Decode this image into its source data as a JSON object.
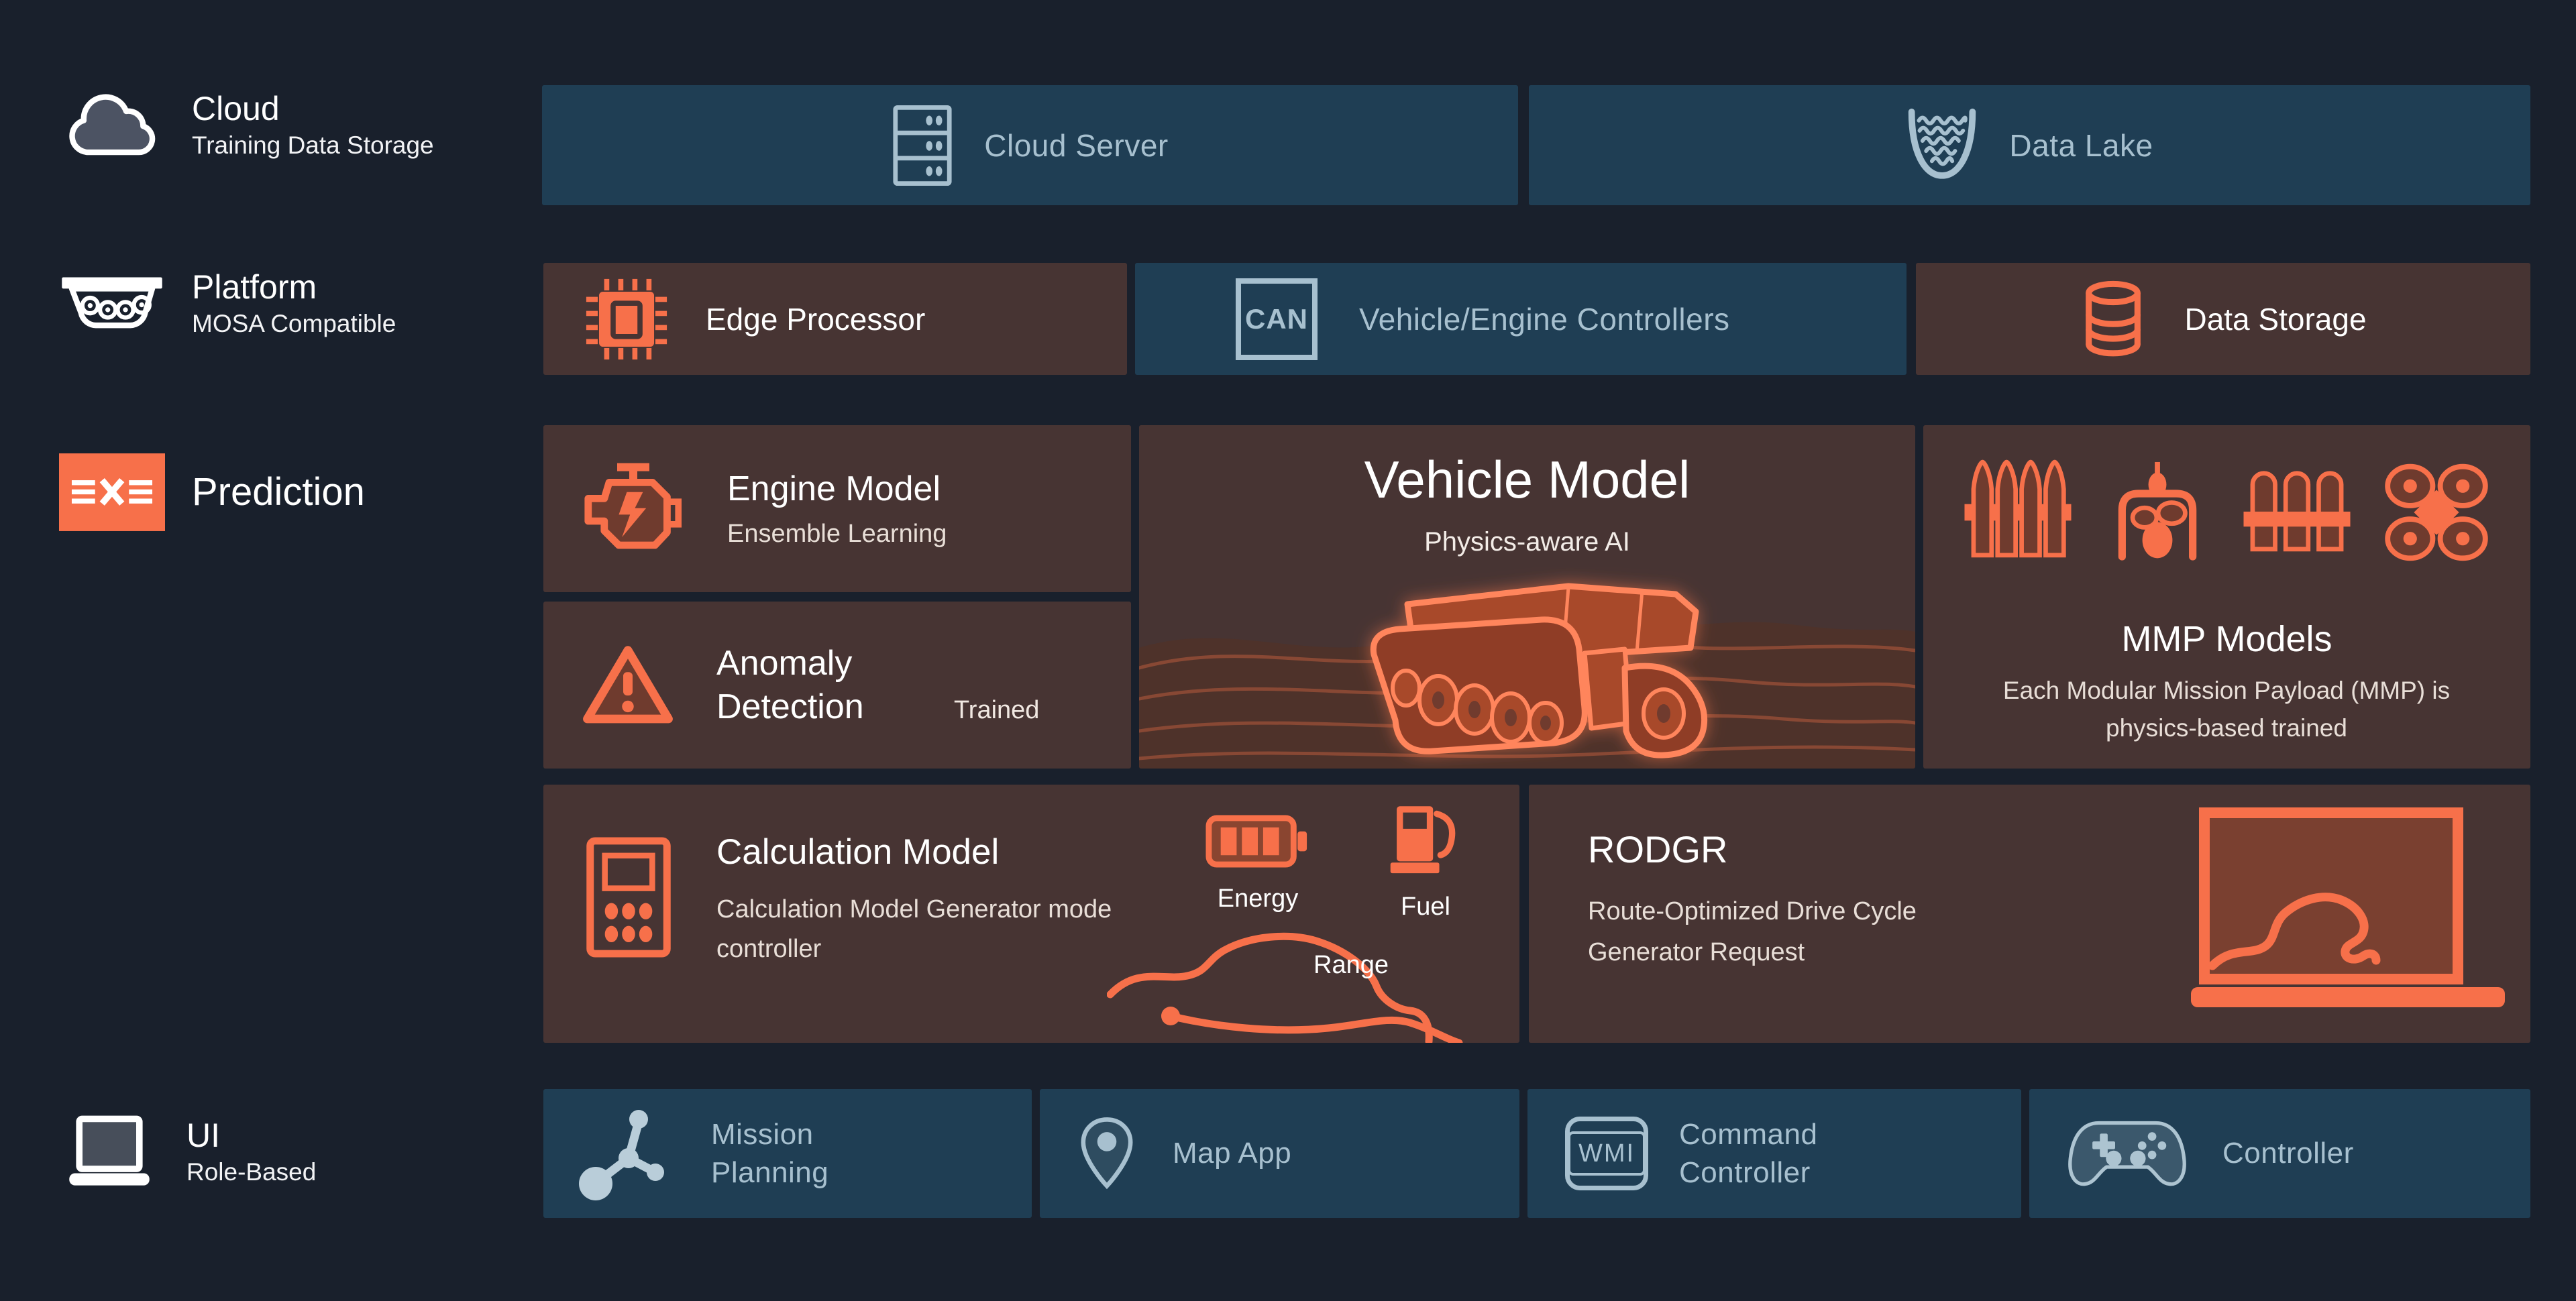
{
  "colors": {
    "background": "#19202c",
    "blue_tile": "#1f3e54",
    "brown_tile": "#473433",
    "accent_orange": "#f7704a",
    "orange_stroke": "#ff855c",
    "blue_content": "#a7c0cf",
    "white": "#ffffff",
    "warm_subtitle": "#e8ded7"
  },
  "sidebar": {
    "items": [
      {
        "id": "cloud",
        "title": "Cloud",
        "subtitle": "Training Data Storage",
        "icon": "cloud-icon"
      },
      {
        "id": "platform",
        "title": "Platform",
        "subtitle": "MOSA Compatible",
        "icon": "tracked-platform-icon"
      },
      {
        "id": "prediction",
        "title": "Prediction",
        "subtitle": "",
        "icon": "exe-icon"
      },
      {
        "id": "ui",
        "title": "UI",
        "subtitle": "Role-Based",
        "icon": "laptop-icon"
      }
    ]
  },
  "boxes": {
    "cloud_server": {
      "label": "Cloud Server",
      "icon": "server-rack-icon"
    },
    "data_lake": {
      "label": "Data Lake",
      "icon": "data-lake-icon"
    },
    "edge_processor": {
      "label": "Edge Processor",
      "icon": "cpu-chip-icon"
    },
    "vehicle_engine_controllers": {
      "label": "Vehicle/Engine Controllers",
      "badge": "CAN"
    },
    "data_storage": {
      "label": "Data Storage",
      "icon": "database-icon"
    },
    "engine_model": {
      "title": "Engine Model",
      "subtitle": "Ensemble Learning",
      "icon": "engine-icon"
    },
    "anomaly_detection": {
      "title": "Anomaly Detection",
      "tag": "Trained",
      "icon": "warning-triangle-icon"
    },
    "vehicle_model": {
      "title": "Vehicle Model",
      "subtitle": "Physics-aware AI",
      "illustration": "tracked-vehicle-on-terrain"
    },
    "mmp_models": {
      "title": "MMP Models",
      "subtitle": "Each Modular Mission Payload (MMP) is physics-based trained",
      "icons": [
        "ammo-icon",
        "turret-icon",
        "missiles-icon",
        "drone-icon"
      ]
    },
    "calculation_model": {
      "title": "Calculation Model",
      "subtitle": "Calculation Model Generator mode controller",
      "icon": "calculator-icon",
      "energy_label": "Energy",
      "fuel_label": "Fuel",
      "range_label": "Range"
    },
    "rodgr": {
      "title": "RODGR",
      "subtitle": "Route-Optimized Drive Cycle Generator Request",
      "icon": "rodgr-laptop-icon"
    },
    "mission_planning": {
      "label": "Mission Planning",
      "icon": "mission-planning-icon"
    },
    "map_app": {
      "label": "Map App",
      "icon": "map-pin-icon"
    },
    "command_controller": {
      "label": "Command Controller",
      "badge": "WMI"
    },
    "controller": {
      "label": "Controller",
      "icon": "gamepad-icon"
    }
  }
}
